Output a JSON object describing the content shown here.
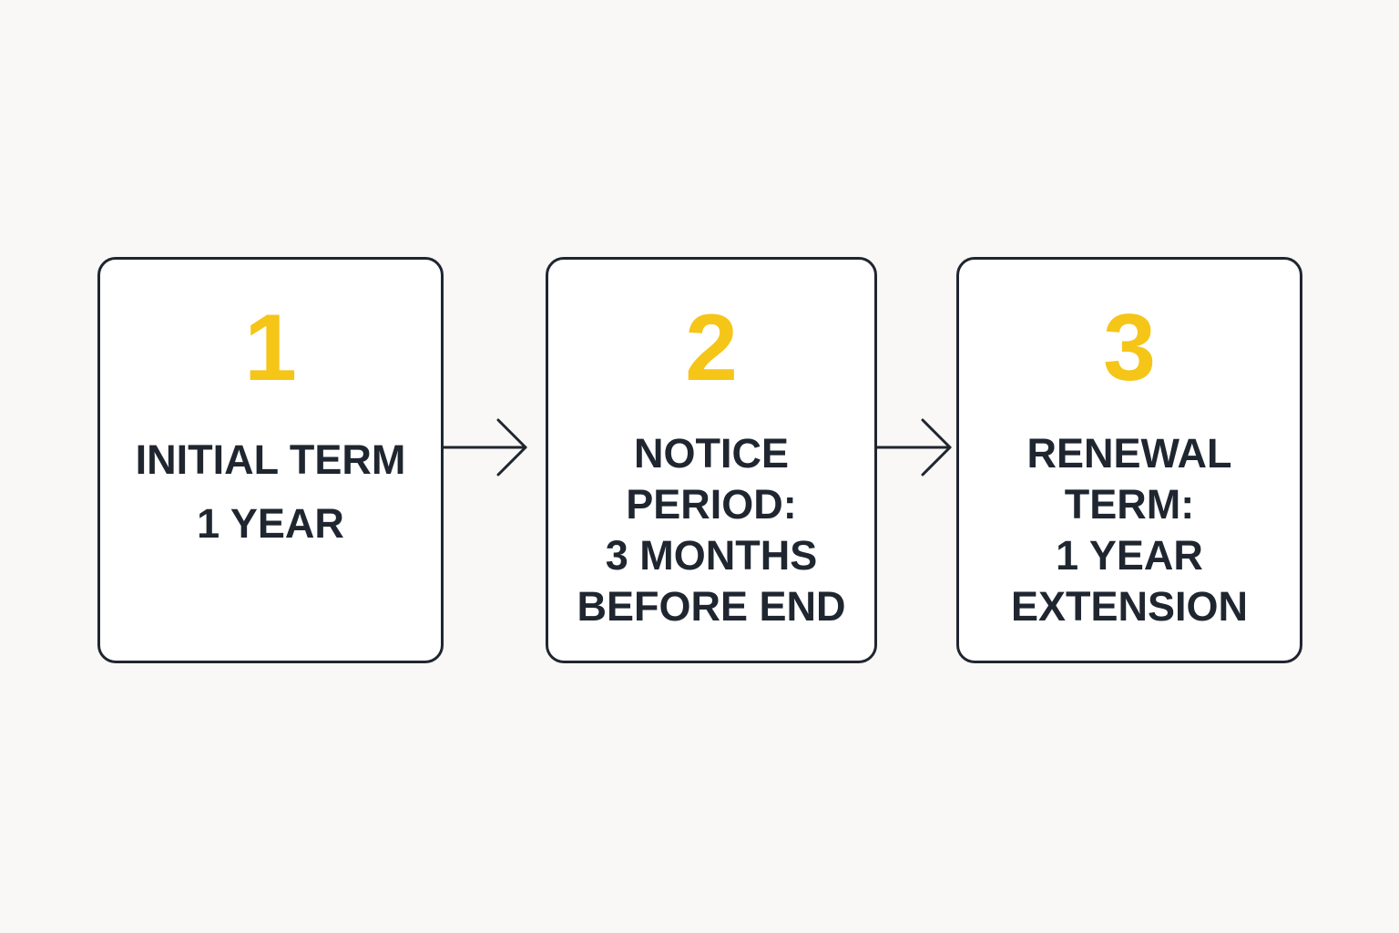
{
  "diagram": {
    "steps": [
      {
        "number": "1",
        "lines": [
          "INITIAL TERM",
          "1 YEAR"
        ]
      },
      {
        "number": "2",
        "lines": [
          "NOTICE",
          "PERIOD:",
          "3 MONTHS",
          "BEFORE END"
        ]
      },
      {
        "number": "3",
        "lines": [
          "RENEWAL",
          "TERM:",
          "1 YEAR",
          "EXTENSION"
        ]
      }
    ],
    "colors": {
      "accent": "#f5c518",
      "text": "#1f2630",
      "border": "#1f2630",
      "background": "#f9f8f6"
    }
  }
}
